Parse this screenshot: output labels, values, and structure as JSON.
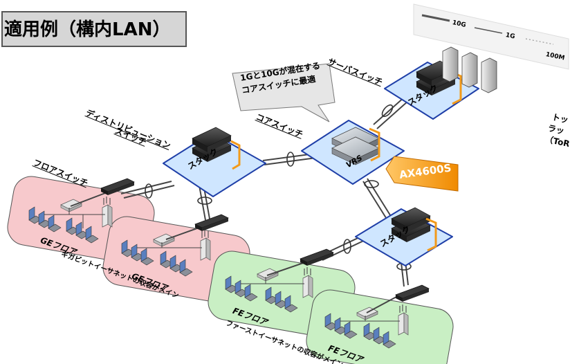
{
  "title": "適用例（構内LAN）",
  "legend": {
    "items": [
      "10G",
      "1G",
      "100M"
    ]
  },
  "callout": {
    "line1": "1Gと10Gが混在する",
    "line2": "コアスイッチに最適"
  },
  "labels": {
    "server_switch": "サーバスイッチ",
    "core_switch": "コアスイッチ",
    "distribution_switch_line1": "ディストリビューション",
    "distribution_switch_line2": "スイッチ",
    "floor_switch": "フロアスイッチ",
    "stack": "スタック",
    "vrs": "VRS",
    "product_tag": "AX4600S",
    "ge_floor": "GEフロア",
    "fe_floor": "FEフロア",
    "gigabit_caption": "ギガビットイーサネットの収容がメイン",
    "fast_caption": "ファーストイーサネットの収容がメイン",
    "right_cut_line1": "トッ",
    "right_cut_line2": "ラッ",
    "right_cut_line3": "（ToR"
  },
  "colors": {
    "stack_fill": "#cfe6ff",
    "stack_border": "#1f3fa8",
    "ge_floor_fill": "#f7c9cc",
    "fe_floor_fill": "#c9efc4",
    "orange_accent": "#f29a1a",
    "title_bg": "#d6d6d6"
  }
}
